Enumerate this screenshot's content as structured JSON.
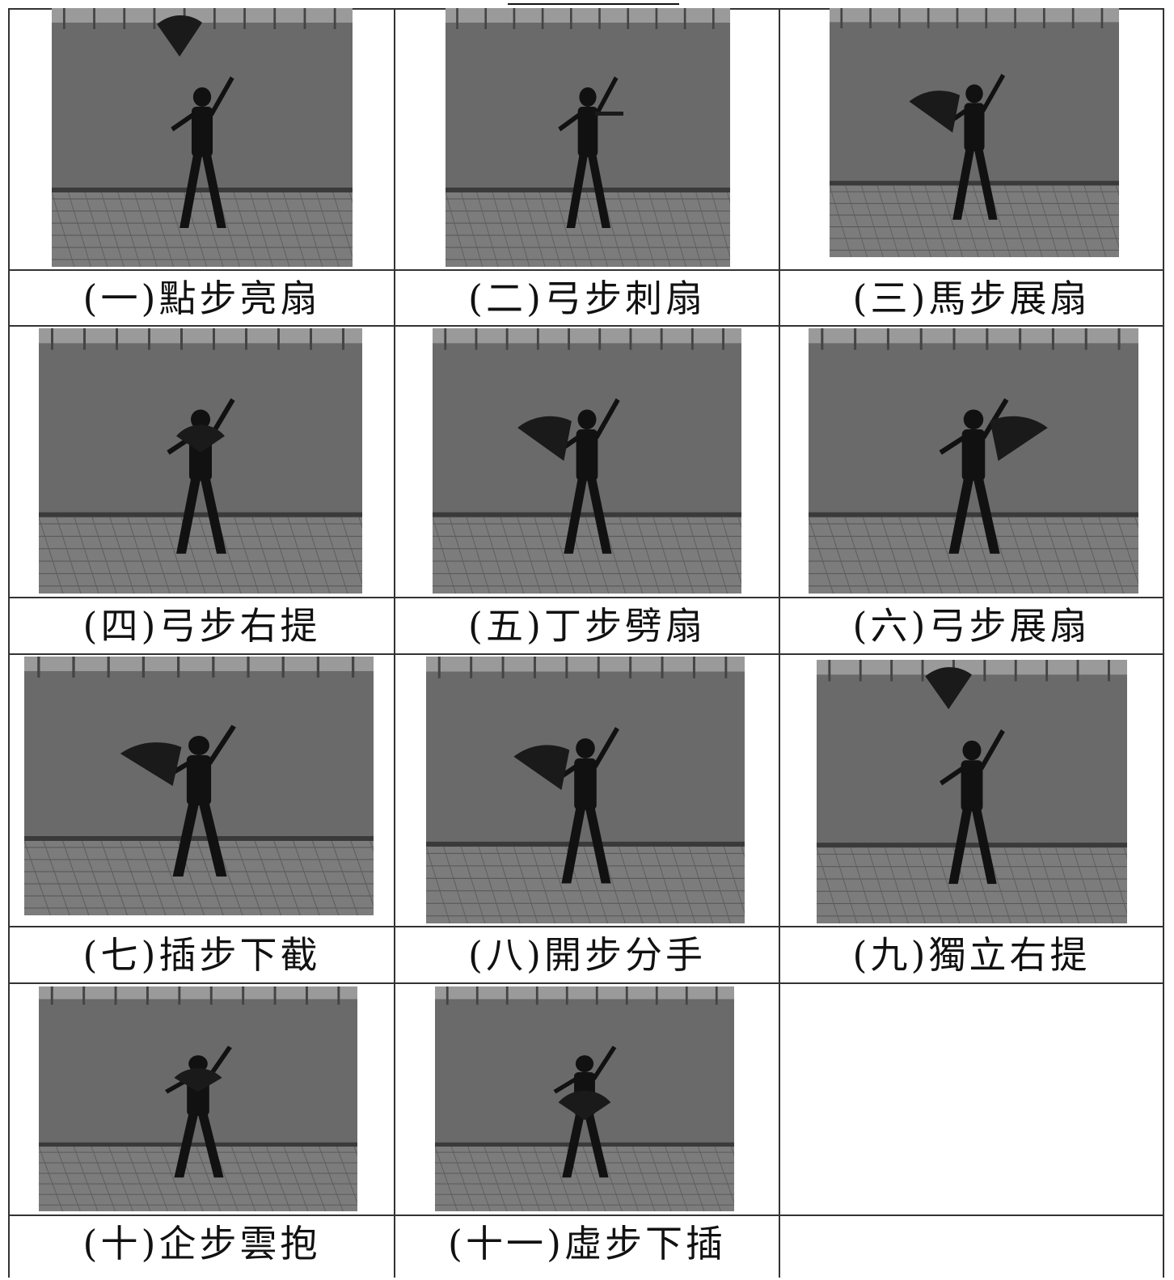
{
  "poses": [
    {
      "label": "(一)點步亮扇",
      "fan": "up"
    },
    {
      "label": "(二)弓步刺扇",
      "fan": "point"
    },
    {
      "label": "(三)馬步展扇",
      "fan": "open-left"
    },
    {
      "label": "(四)弓步右提",
      "fan": "chest"
    },
    {
      "label": "(五)丁步劈扇",
      "fan": "open-left"
    },
    {
      "label": "(六)弓步展扇",
      "fan": "open-right"
    },
    {
      "label": "(七)插步下截",
      "fan": "open-left"
    },
    {
      "label": "(八)開步分手",
      "fan": "open-left"
    },
    {
      "label": "(九)獨立右提",
      "fan": "up"
    },
    {
      "label": "(十)企步雲抱",
      "fan": "chest"
    },
    {
      "label": "(十一)虛步下插",
      "fan": "low"
    }
  ],
  "colors": {
    "wall": "#6a6a6a",
    "ground": "#7c7c7c",
    "figure": "#111111",
    "fan": "#1a1a1a"
  }
}
